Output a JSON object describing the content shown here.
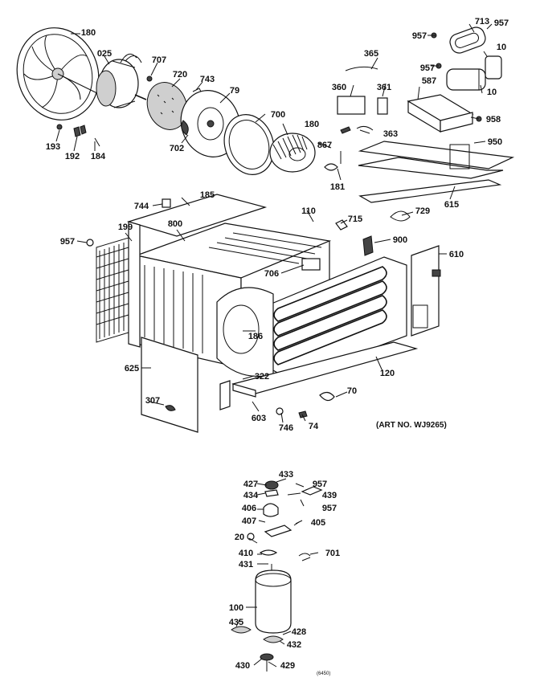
{
  "diagram": {
    "art_number": "(ART NO. WJ9265)",
    "small_code": "(6450)",
    "callouts": {
      "c180a": "180",
      "c025": "025",
      "c707": "707",
      "c720": "720",
      "c743": "743",
      "c79": "79",
      "c700": "700",
      "c180b": "180",
      "c193": "193",
      "c192": "192",
      "c184": "184",
      "c702": "702",
      "c365": "365",
      "c360": "360",
      "c361": "361",
      "c363": "363",
      "c867": "867",
      "c181": "181",
      "c957a": "957",
      "c713": "713",
      "c957b": "957",
      "c10a": "10",
      "c957c": "957",
      "c587": "587",
      "c10b": "10",
      "c958": "958",
      "c950": "950",
      "c615": "615",
      "c744": "744",
      "c185": "185",
      "c199": "199",
      "c957d": "957",
      "c800": "800",
      "c110": "110",
      "c715": "715",
      "c729": "729",
      "c900": "900",
      "c610": "610",
      "c706": "706",
      "c186": "186",
      "c625": "625",
      "c322": "322",
      "c120": "120",
      "c307": "307",
      "c70": "70",
      "c603": "603",
      "c746": "746",
      "c74": "74",
      "c427": "427",
      "c433": "433",
      "c434": "434",
      "c957e": "957",
      "c439": "439",
      "c406": "406",
      "c957f": "957",
      "c407": "407",
      "c405": "405",
      "c20": "20",
      "c410": "410",
      "c701": "701",
      "c431": "431",
      "c100": "100",
      "c435": "435",
      "c428": "428",
      "c432": "432",
      "c430": "430",
      "c429": "429"
    }
  }
}
